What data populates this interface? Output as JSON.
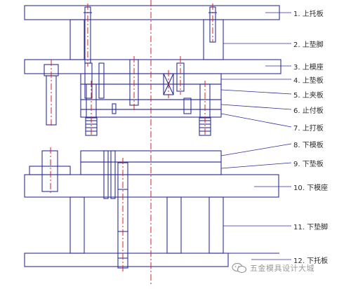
{
  "labels": [
    "1. 上托板",
    "2. 上垫脚",
    "3. 上模座",
    "4. 上垫板",
    "5. 上夹板",
    "6. 止付板",
    "7. 上打板",
    "8. 下模板",
    "9. 下垫板",
    "10. 下模座",
    "11. 下垫脚",
    "12. 下托板"
  ],
  "watermark": {
    "text": "五金模具设计大城",
    "icon": "wechat-icon"
  },
  "colors": {
    "line": "#2d2d9a",
    "center": "#d42020",
    "background": "#ffffff"
  }
}
